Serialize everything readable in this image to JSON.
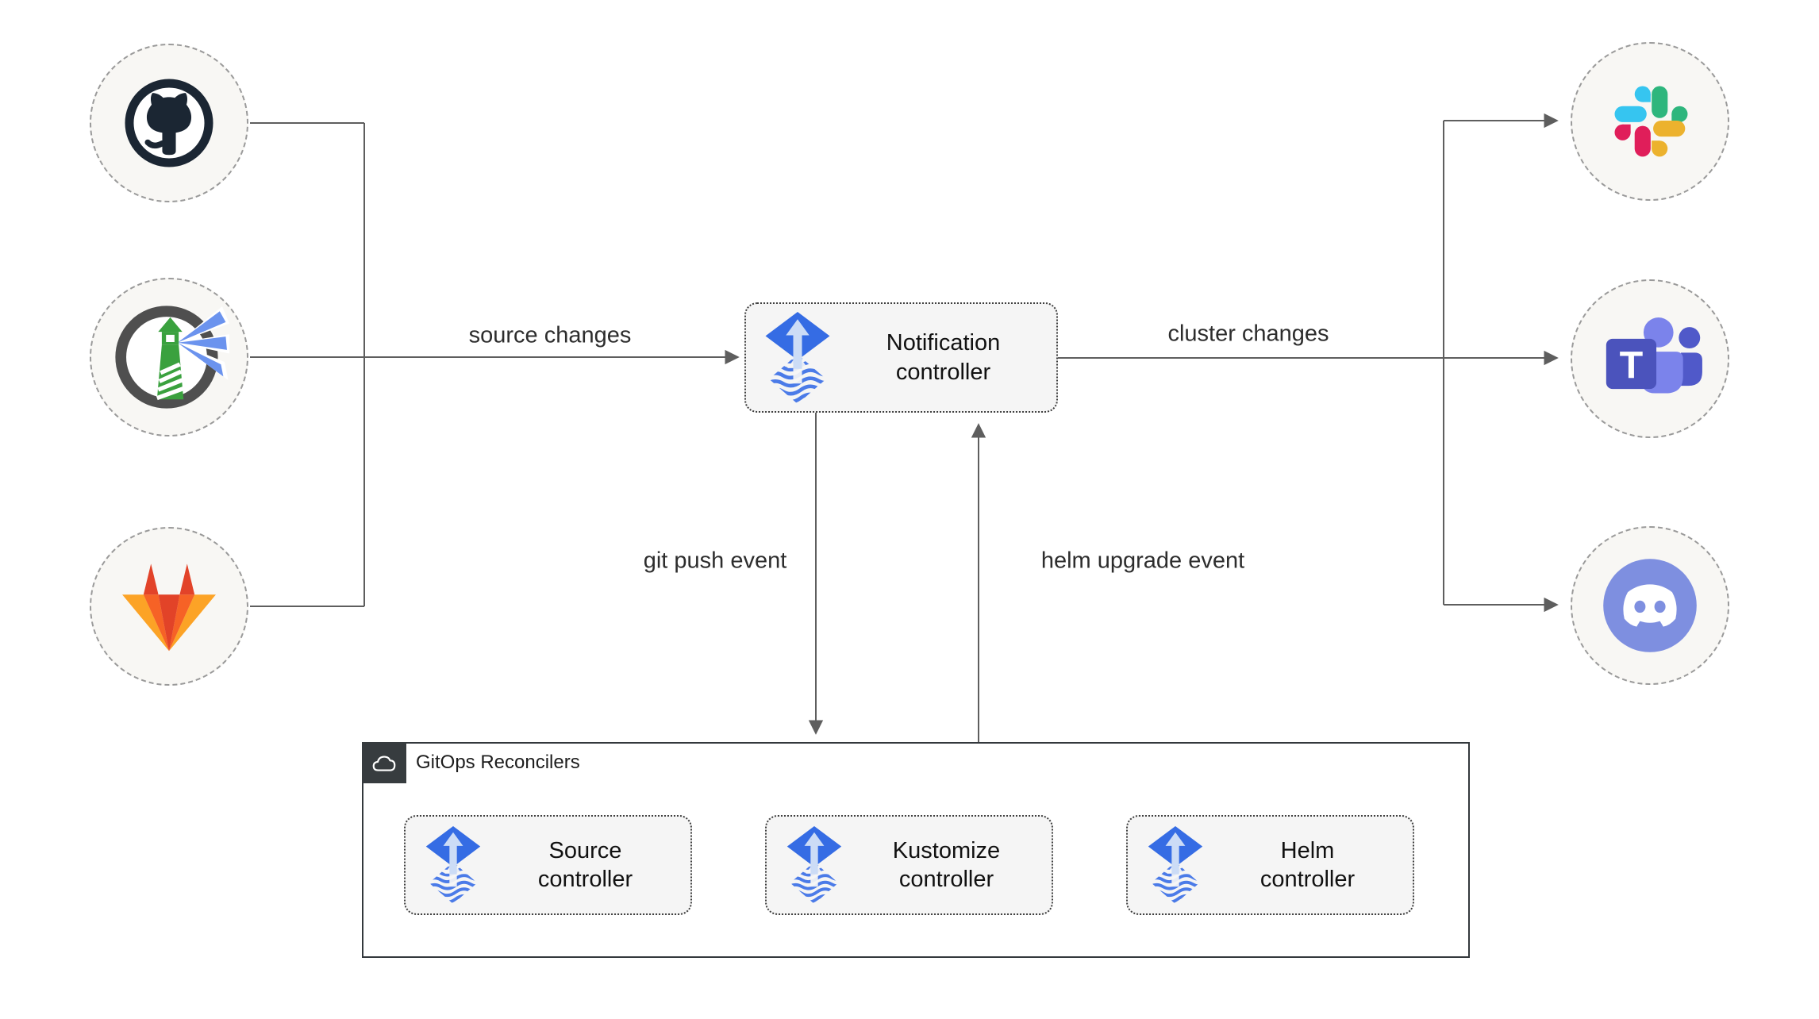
{
  "canvas": {
    "background": "#ffffff",
    "line_color": "#5e5e5e"
  },
  "nodes": {
    "notification": {
      "label": "Notification controller"
    },
    "sources": [
      "github",
      "harbor",
      "gitlab"
    ],
    "targets": [
      "slack",
      "teams",
      "discord"
    ],
    "teams_letter": "T"
  },
  "edges": {
    "source_changes": "source changes",
    "cluster_changes": "cluster changes",
    "git_push": "git push event",
    "helm_upgrade": "helm upgrade event"
  },
  "group": {
    "label": "GitOps Reconcilers",
    "reconcilers": [
      {
        "id": "source",
        "label": "Source controller"
      },
      {
        "id": "kustomize",
        "label": "Kustomize controller"
      },
      {
        "id": "helm",
        "label": "Helm controller"
      }
    ]
  },
  "colors": {
    "box_fill": "#f5f5f5",
    "box_border": "#3f3f3f",
    "node_fill": "#f8f7f4",
    "node_border": "#9a9a9a",
    "container_border": "#33383c",
    "badge_bg": "#373c3f",
    "flux_blue": "#356ce4",
    "flux_light": "#ccdcf6",
    "github_dark": "#1b2633",
    "harbor_green": "#3aa13e",
    "harbor_gray": "#4f4f4f",
    "harbor_beam": "#6b93ee",
    "gitlab_red": "#e24329",
    "gitlab_orange": "#fc6d26",
    "gitlab_yellow": "#fca326",
    "slack_blue": "#36c5f0",
    "slack_green": "#2eb67d",
    "slack_red": "#e01e5a",
    "slack_yellow": "#ecb22e",
    "teams_purple": "#4b53bc",
    "teams_light": "#7b83eb",
    "teams_dark": "#5059c9",
    "discord_blurple": "#7e8fe0"
  }
}
